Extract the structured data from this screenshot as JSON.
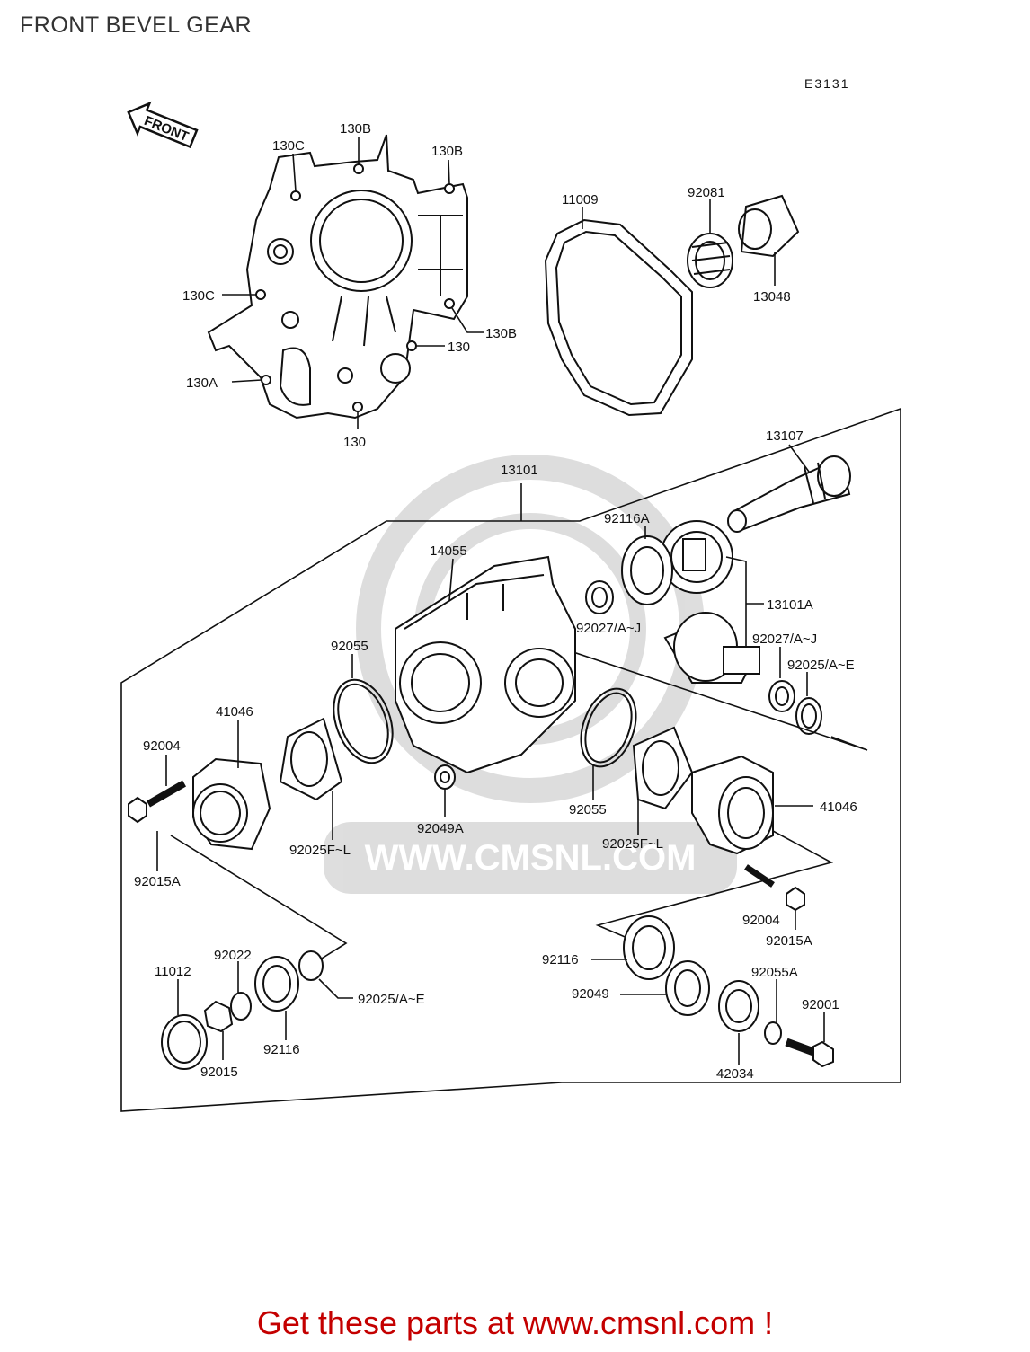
{
  "title": "FRONT BEVEL GEAR",
  "diagram_code": "E3131",
  "front_arrow_label": "FRONT",
  "watermark": "WWW.CMSNL.COM",
  "footer": {
    "text_prefix": "Get these parts at ",
    "link": "www.cmsnl.com",
    "text_suffix": " !"
  },
  "labels": {
    "p130C_top": "130C",
    "p130B_top": "130B",
    "p130B_right": "130B",
    "p130C_left": "130C",
    "p130B_lower": "130B",
    "p130_mid": "130",
    "p130A": "130A",
    "p130_bottom": "130",
    "p11009": "11009",
    "p92081": "92081",
    "p13048": "13048",
    "p13107": "13107",
    "p13101": "13101",
    "p92116A": "92116A",
    "p14055": "14055",
    "p13101A": "13101A",
    "p92027_left": "92027/A~J",
    "p92027_right": "92027/A~J",
    "p92055_top": "92055",
    "p92025_AE_top": "92025/A~E",
    "p41046_left": "41046",
    "p92004_left": "92004",
    "p92015A_left": "92015A",
    "p92025FL_left": "92025F~L",
    "p92049A": "92049A",
    "p92055_bottom": "92055",
    "p92025FL_right": "92025F~L",
    "p41046_right": "41046",
    "p92004_right": "92004",
    "p92015A_right": "92015A",
    "p92116_right": "92116",
    "p92049": "92049",
    "p92055A": "92055A",
    "p92001": "92001",
    "p42034": "42034",
    "p11012": "11012",
    "p92022": "92022",
    "p92025_AE_bottom": "92025/A~E",
    "p92116_bottom": "92116",
    "p92015": "92015"
  }
}
